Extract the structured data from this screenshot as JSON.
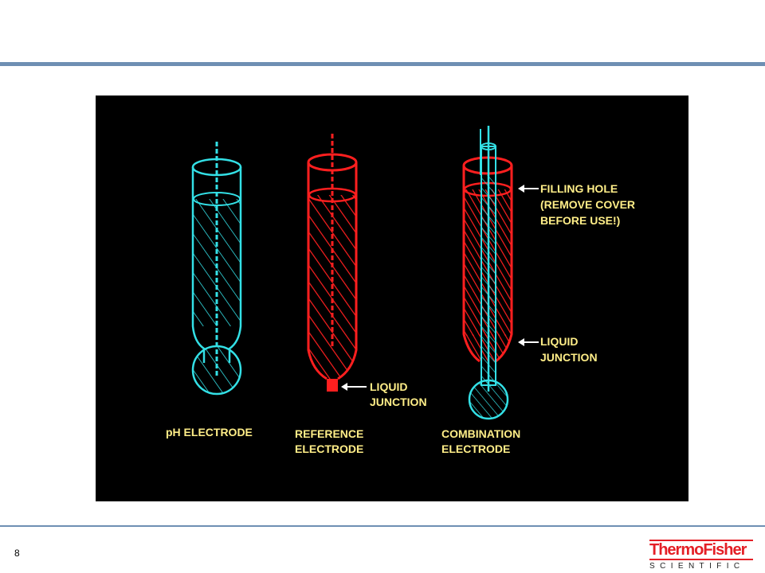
{
  "page": {
    "number": "8"
  },
  "logo": {
    "brand": "ThermoFisher",
    "subtitle": "SCIENTIFIC"
  },
  "diagram": {
    "colors": {
      "ph": "#33e0e6",
      "reference": "#ff1f1f",
      "label": "#ffee88",
      "background": "#000000"
    },
    "labels": {
      "ph_electrode": "pH ELECTRODE",
      "reference_line1": "REFERENCE",
      "reference_line2": "ELECTRODE",
      "combination_line1": "COMBINATION",
      "combination_line2": "ELECTRODE",
      "ref_junction_line1": "LIQUID",
      "ref_junction_line2": "JUNCTION",
      "comb_junction_line1": "LIQUID",
      "comb_junction_line2": "JUNCTION",
      "filling_line1": "FILLING HOLE",
      "filling_line2": "(REMOVE COVER",
      "filling_line3": "BEFORE USE!)"
    }
  }
}
